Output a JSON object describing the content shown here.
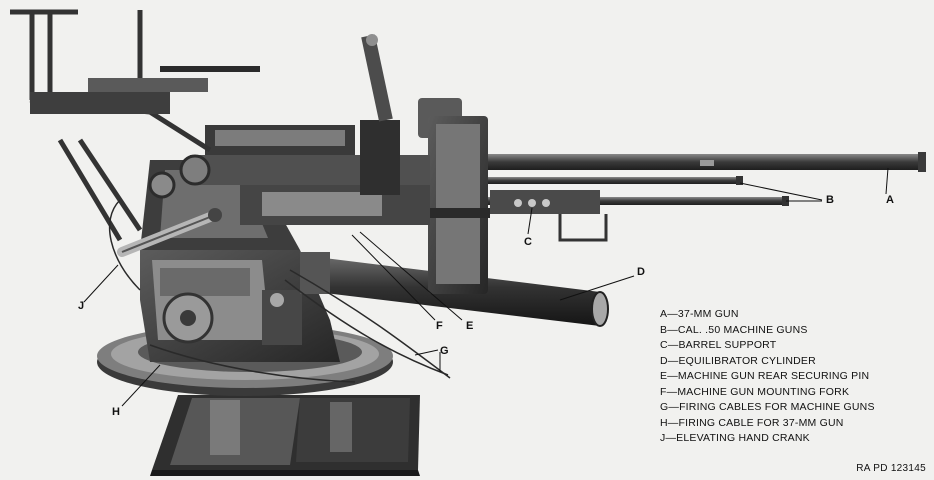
{
  "callouts": {
    "A": "A",
    "B": "B",
    "C": "C",
    "D": "D",
    "E": "E",
    "F": "F",
    "G": "G",
    "H": "H",
    "J": "J"
  },
  "legend": [
    "A—37-MM GUN",
    "B—CAL. .50 MACHINE GUNS",
    "C—BARREL SUPPORT",
    "D—EQUILIBRATOR CYLINDER",
    "E—MACHINE GUN REAR SECURING PIN",
    "F—MACHINE GUN MOUNTING FORK",
    "G—FIRING CABLES FOR MACHINE GUNS",
    "H—FIRING CABLE FOR 37-MM GUN",
    "J—ELEVATING HAND CRANK"
  ],
  "plate_id": "RA PD 123145",
  "colors": {
    "background": "#f1f1ef",
    "metal_dark": "#2b2b2b",
    "metal_mid": "#4a4a4a",
    "metal_light": "#7a7a7a"
  }
}
